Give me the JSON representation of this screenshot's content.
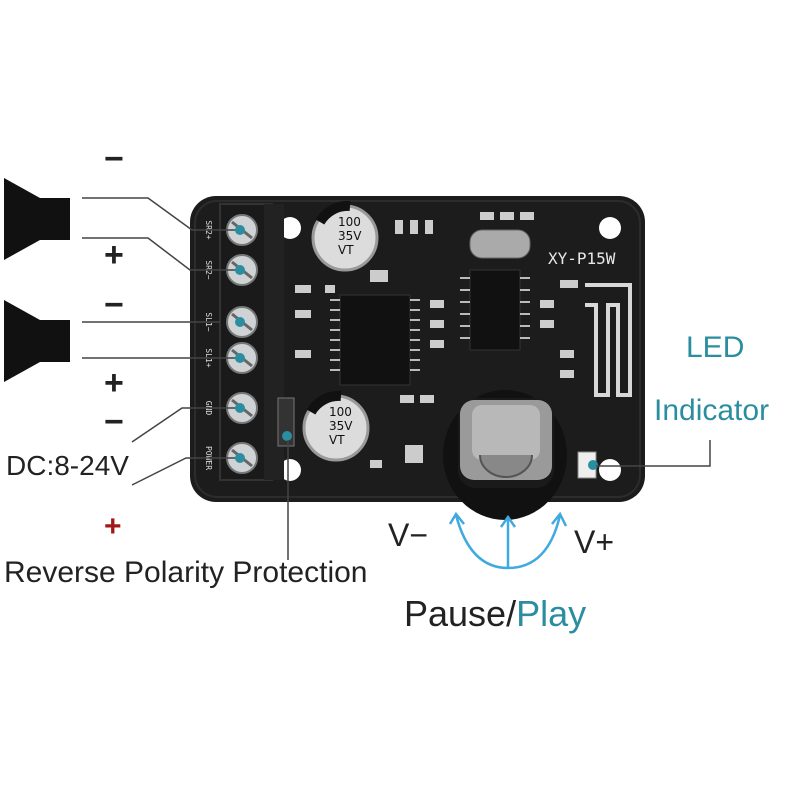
{
  "speaker1": {
    "top_sign": "−",
    "bottom_sign": "+"
  },
  "speaker2": {
    "top_sign": "−",
    "bottom_sign": "+"
  },
  "power": {
    "minus_sign": "−",
    "label": "DC:8-24V",
    "plus_sign": "+"
  },
  "protection_label": "Reverse Polarity Protection",
  "led_label": {
    "line1": "LED",
    "line2": "Indicator"
  },
  "knob": {
    "left_label": "V−",
    "right_label": "V+",
    "pause": "Pause",
    "slash": "/",
    "play": "Play"
  },
  "board": {
    "model": "XY-P15W",
    "capacitor_text": [
      "100",
      "35V",
      "VT"
    ],
    "terminal_labels": [
      "SR2+",
      "SR2−",
      "SL1−",
      "SL1+",
      "GND",
      "POWER"
    ]
  },
  "colors": {
    "accent": "#2a8ea0",
    "board": "#1c1c1c",
    "red_plus": "#a01818",
    "terminal": "#1a1a1a"
  }
}
